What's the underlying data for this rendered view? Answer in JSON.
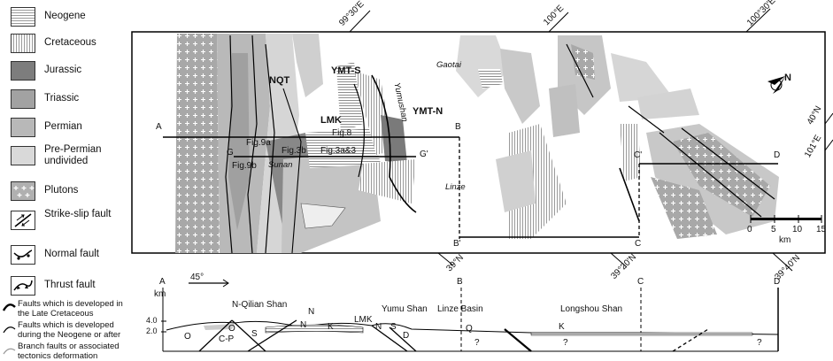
{
  "legend": {
    "items": [
      {
        "key": "neogene",
        "label": "Neogene"
      },
      {
        "key": "cretaceous",
        "label": "Cretaceous"
      },
      {
        "key": "jurassic",
        "label": "Jurassic"
      },
      {
        "key": "triassic",
        "label": "Triassic"
      },
      {
        "key": "permian",
        "label": "Permian"
      },
      {
        "key": "pre",
        "label": "Pre-Permian undivided"
      },
      {
        "key": "plutons",
        "label": "Plutons"
      },
      {
        "key": "strike_slip",
        "label": "Strike-slip fault"
      },
      {
        "key": "normal",
        "label": "Normal fault"
      },
      {
        "key": "thrust",
        "label": "Thrust fault"
      }
    ],
    "fault_notes": [
      "Faults which is developed in the Late Cretaceous",
      "Faults which is developed during the Neogene or after",
      "Branch faults or associated tectonics deformation"
    ]
  },
  "map": {
    "coords_top": [
      "99°30'E",
      "100°E",
      "100°30'E"
    ],
    "coords_bottom": [
      "39°N",
      "39°20'N",
      "39°40'N"
    ],
    "coords_right": [
      "40°N",
      "101°E"
    ],
    "labels": {
      "nqt": "NQT",
      "ymts": "YMT-S",
      "ymtn": "YMT-N",
      "lmk": "LMK",
      "yumushan": "Yumushan",
      "gaotai": "Gaotai",
      "linze": "Linze",
      "sunan": "Sunan",
      "fig9a": "Fig.9a",
      "fig9b": "Fig.9b",
      "fig3b": "Fig.3b",
      "fig3ab": "Fig.3a&3",
      "fig8": "Fig.8",
      "a": "A",
      "b": "B",
      "b2": "B'",
      "c": "C",
      "c2": "C'",
      "d": "D",
      "g": "G",
      "g2": "G'"
    },
    "scale": {
      "ticks": [
        "0",
        "5",
        "10",
        "15"
      ],
      "unit": "km"
    },
    "north": "N"
  },
  "section": {
    "ends": [
      "A",
      "B",
      "C",
      "D"
    ],
    "km": "km",
    "elev": [
      "4.0",
      "2.0"
    ],
    "angle": "45°",
    "names": [
      "N-Qilian Shan",
      "Yumu Shan",
      "Linze Basin",
      "Longshou Shan"
    ],
    "units": [
      "O",
      "C-P",
      "O",
      "S",
      "N",
      "K",
      "LMK",
      "N",
      "S",
      "D",
      "Q",
      "?",
      "?",
      "K",
      "?",
      "N"
    ]
  }
}
